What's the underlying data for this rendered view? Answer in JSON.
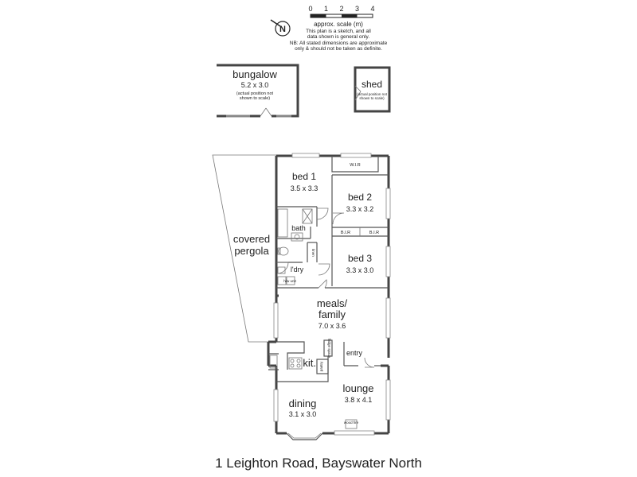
{
  "scale": {
    "ticks": [
      "0",
      "1",
      "2",
      "3",
      "4"
    ],
    "title": "approx. scale (m)",
    "note_line1": "This plan is a sketch, and all",
    "note_line2": "data shown is general only.",
    "note_line3": "NB: All stated dimensions are approximate",
    "note_line4": "only & should not be taken as definite.",
    "north_label": "N"
  },
  "bungalow": {
    "name": "bungalow",
    "dims": "5.2 x 3.0",
    "note_line1": "(actual position not",
    "note_line2": "shown to scale)"
  },
  "shed": {
    "name": "shed",
    "note_line1": "(actual position not",
    "note_line2": "shown to scale)"
  },
  "rooms": {
    "bed1": {
      "name": "bed 1",
      "dims": "3.5 x 3.3"
    },
    "bed2": {
      "name": "bed 2",
      "dims": "3.3 x 3.2"
    },
    "bed3": {
      "name": "bed 3",
      "dims": "3.3 x 3.0"
    },
    "bath": {
      "name": "bath"
    },
    "laundry": {
      "name": "l'dry"
    },
    "pergola": {
      "line1": "covered",
      "line2": "pergola"
    },
    "meals": {
      "line1": "meals/",
      "line2": "family",
      "dims": "7.0 x 3.6"
    },
    "kitchen": {
      "name": "kit."
    },
    "entry": {
      "name": "entry"
    },
    "lounge": {
      "name": "lounge",
      "dims": "3.8 x 4.1"
    },
    "dining": {
      "name": "dining",
      "dims": "3.1 x 3.0"
    }
  },
  "fixtures": {
    "wir": "W.I.R",
    "bir1": "B.I.R",
    "bir2": "B.I.R",
    "linen": "linen",
    "fridge": "fridge space",
    "pantry": "pantry",
    "wood_fire": "wood fire",
    "hw_unit": "h/w unit"
  },
  "address": "1 Leighton Road, Bayswater North"
}
